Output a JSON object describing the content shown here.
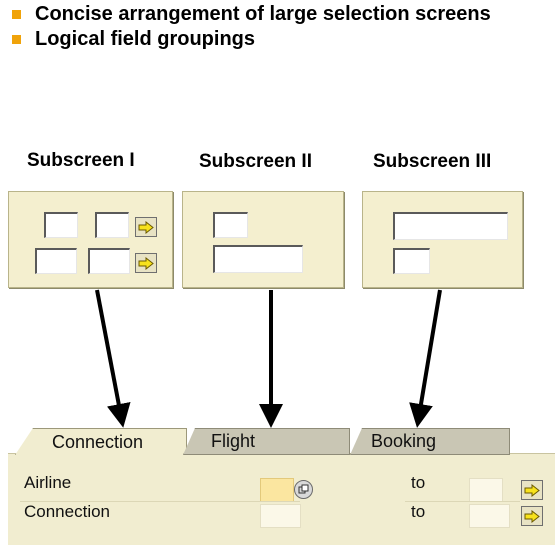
{
  "bullets": [
    "Concise arrangement of large selection screens",
    "Logical field groupings"
  ],
  "subscreens": {
    "one": "Subscreen I",
    "two": "Subscreen II",
    "three": "Subscreen III"
  },
  "tabs": [
    {
      "label": "Connection",
      "active": true
    },
    {
      "label": "Flight",
      "active": false
    },
    {
      "label": "Booking",
      "active": false
    }
  ],
  "form": {
    "row1": {
      "label": "Airline",
      "to": "to"
    },
    "row2": {
      "label": "Connection",
      "to": "to"
    }
  },
  "icons": {
    "multiple_selection": "arrow-right-icon",
    "possible_entries": "match-code-icon"
  },
  "colors": {
    "bullet": "#f0a30a",
    "panel": "#f4efcf",
    "highlight_field": "#fbe6a0"
  }
}
